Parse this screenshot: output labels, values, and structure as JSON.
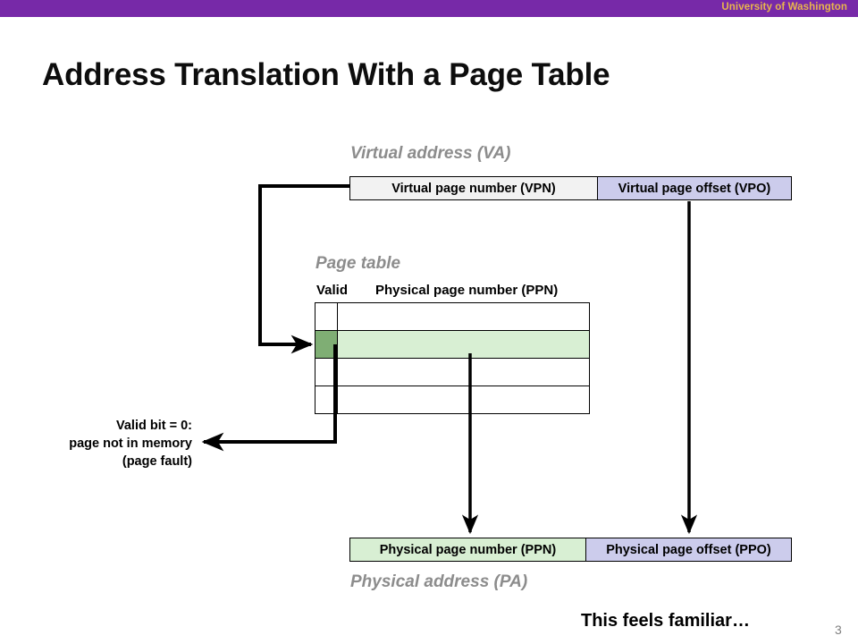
{
  "banner": {
    "institution": "University of Washington",
    "color": "#7729a8",
    "text_color": "#e8b64c"
  },
  "slide": {
    "title": "Address Translation With a Page Table",
    "page_number": "3",
    "bottom_note": "This feels familiar…"
  },
  "virtual_address": {
    "caption": "Virtual address (VA)",
    "fields": [
      {
        "label": "Virtual page number (VPN)",
        "color": "#f2f2f2"
      },
      {
        "label": "Virtual page offset (VPO)",
        "color": "#ccccec"
      }
    ]
  },
  "page_table": {
    "caption": "Page table",
    "headers": {
      "valid": "Valid",
      "ppn": "Physical page number (PPN)"
    },
    "rows": [
      {
        "valid": "",
        "ppn": "",
        "highlighted": false
      },
      {
        "valid": "",
        "ppn": "",
        "highlighted": true
      },
      {
        "valid": "",
        "ppn": "",
        "highlighted": false
      },
      {
        "valid": "",
        "ppn": "",
        "highlighted": false
      }
    ],
    "highlight_valid_color": "#7fae74",
    "highlight_ppn_color": "#d8efd3"
  },
  "fault_annotation": {
    "line1": "Valid bit = 0:",
    "line2": "page not in memory",
    "line3": "(page fault)"
  },
  "physical_address": {
    "caption": "Physical address (PA)",
    "fields": [
      {
        "label": "Physical page number (PPN)",
        "color": "#d8efd3"
      },
      {
        "label": "Physical page offset (PPO)",
        "color": "#ccccec"
      }
    ]
  },
  "connectors": [
    {
      "name": "vpn-to-page-table",
      "from": "virtual-page-number",
      "to": "page-table-entry"
    },
    {
      "name": "vpo-to-ppo",
      "from": "virtual-page-offset",
      "to": "physical-page-offset"
    },
    {
      "name": "pte-to-ppn",
      "from": "page-table-entry",
      "to": "physical-page-number"
    },
    {
      "name": "valid-bit-to-fault",
      "from": "valid-bit",
      "to": "fault-annotation"
    }
  ]
}
